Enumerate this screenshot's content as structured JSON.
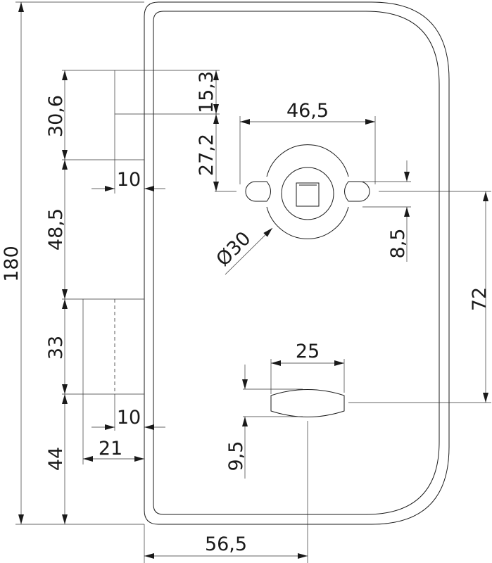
{
  "drawing": {
    "dimensions": {
      "total_height": "180",
      "top_block_height": "30,6",
      "middle_gap": "48,5",
      "lower_block_height": "33",
      "bottom_offset": "44",
      "top_offset": "15,3",
      "lock_center_offset": "27,2",
      "top_block_depth": "10",
      "lower_block_depth": "10",
      "lower_block_width": "21",
      "lock_span": "46,5",
      "lock_diameter": "Ø30",
      "ear_height": "8,5",
      "lock_to_handle": "72",
      "handle_width": "25",
      "handle_height": "9,5",
      "handle_center_x": "56,5"
    }
  }
}
